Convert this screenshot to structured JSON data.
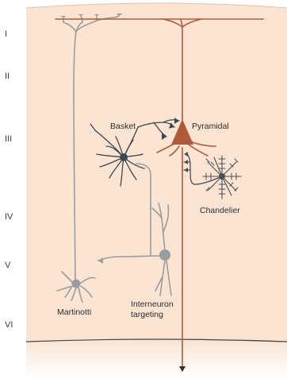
{
  "layers": [
    "I",
    "II",
    "III",
    "IV",
    "V",
    "VI"
  ],
  "cells": {
    "basket": "Basket",
    "pyramidal": "Pyramidal",
    "chandelier": "Chandelier",
    "martinotti": "Martinotti",
    "interneuron_line1": "Interneuron",
    "interneuron_line2": "targeting"
  },
  "colors": {
    "tissue": "#fbe4d2",
    "pyramidal": "#b05a3c",
    "interneuron": "#9a9ca0",
    "basket": "#3e4650",
    "chandelier": "#4a4f56",
    "ink": "#2d2d2d"
  }
}
